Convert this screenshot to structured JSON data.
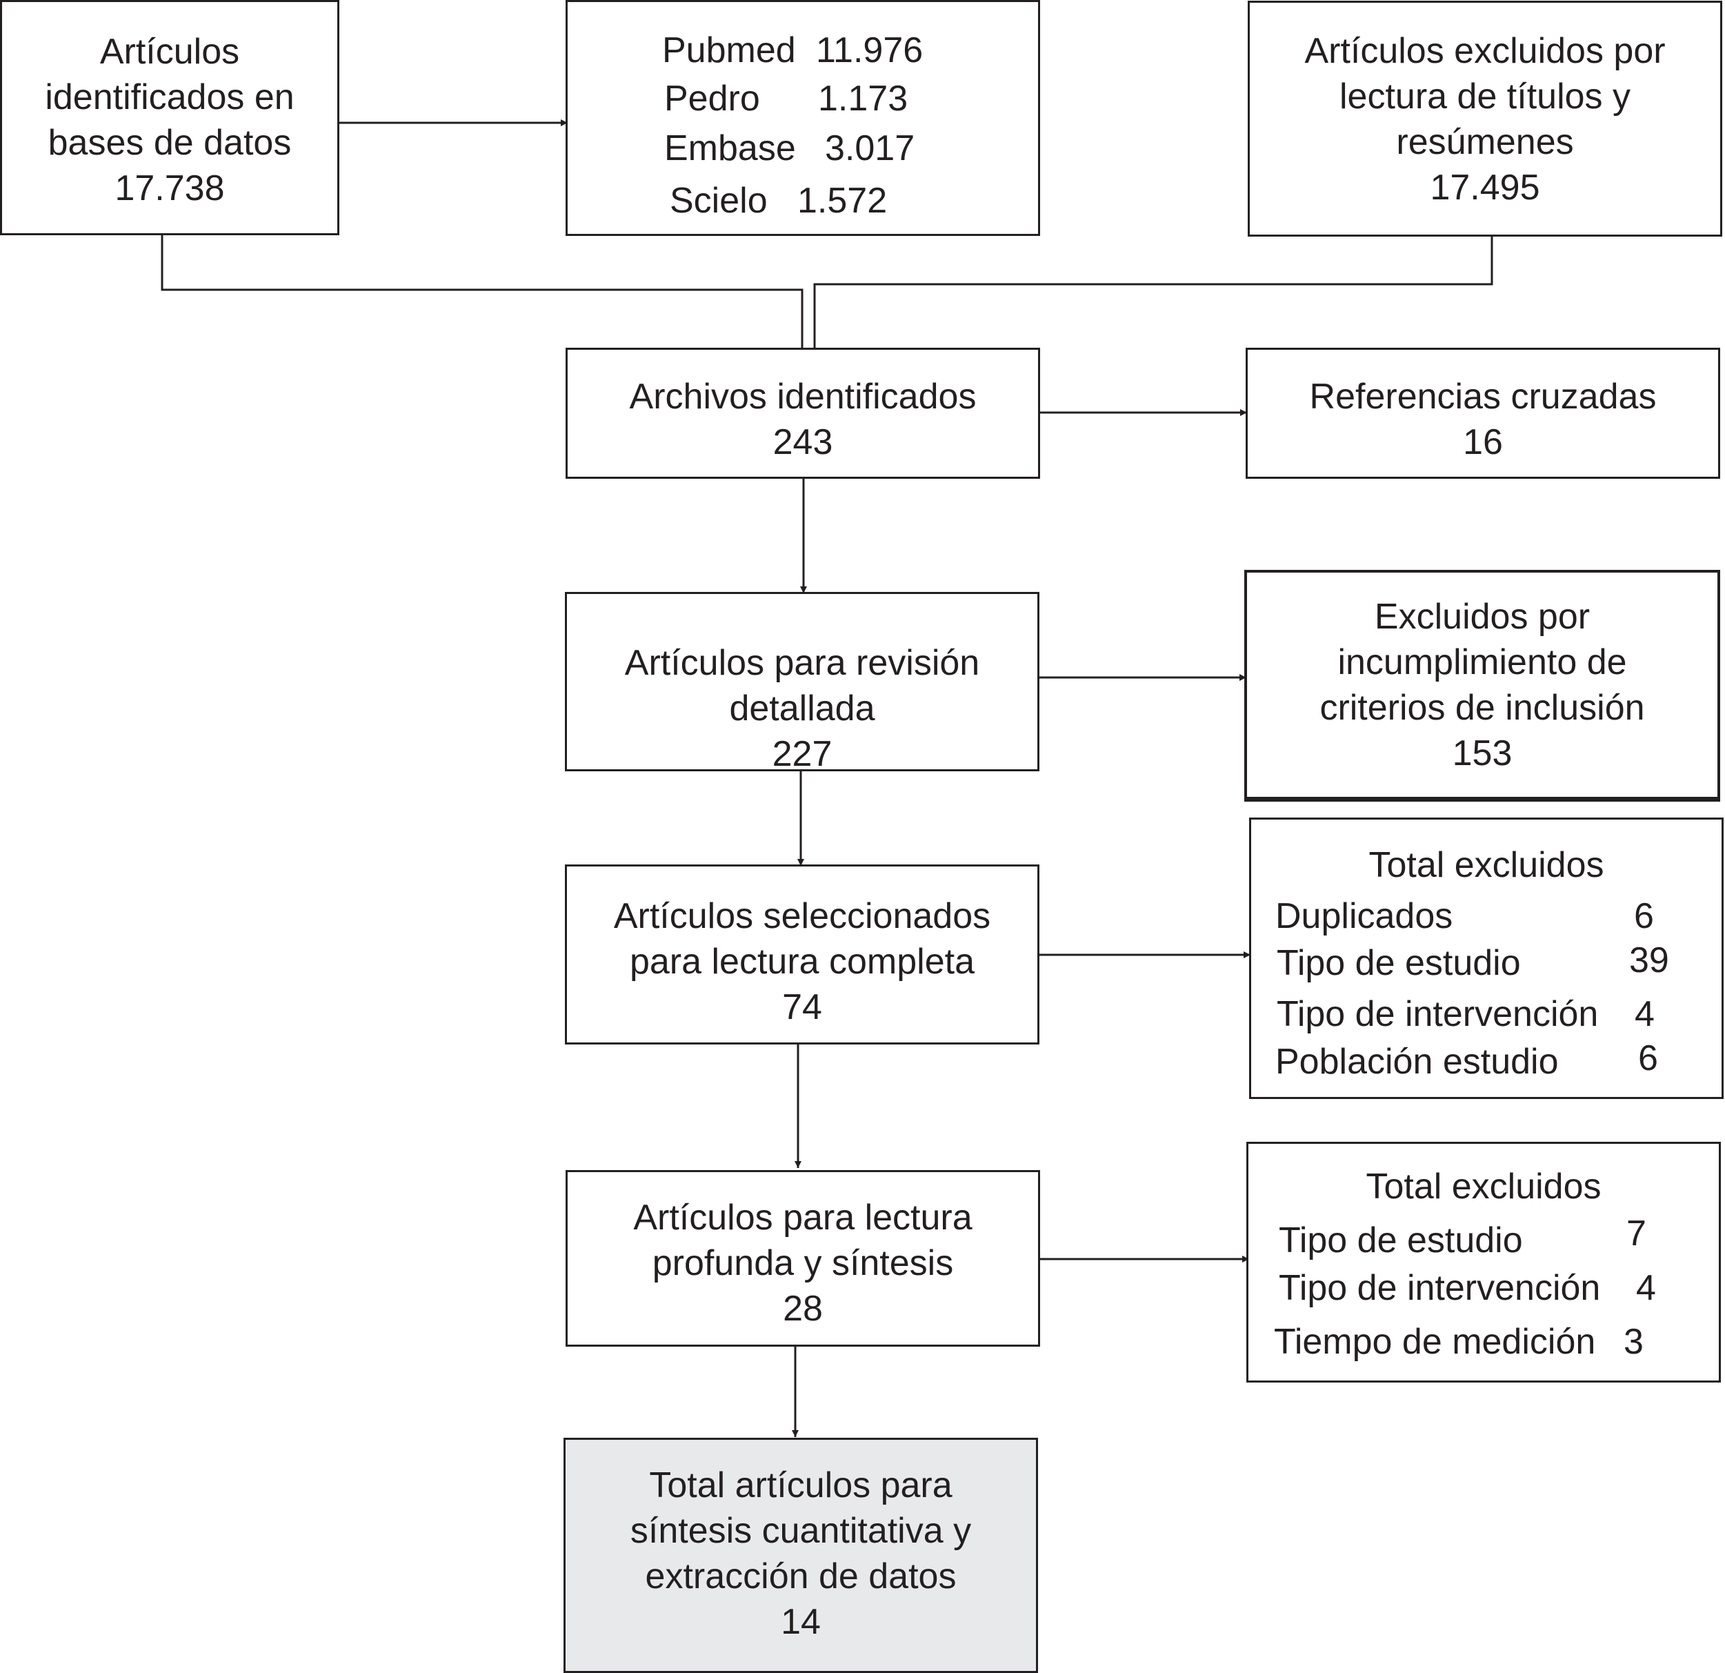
{
  "identified": {
    "lines": [
      "Artículos",
      "identificados en",
      "bases de datos",
      "17.738"
    ]
  },
  "databases": {
    "items": [
      {
        "name": "Pubmed",
        "count": "11.976"
      },
      {
        "name": "Pedro",
        "count": "1.173"
      },
      {
        "name": "Embase",
        "count": "3.017"
      },
      {
        "name": "Scielo",
        "count": "1.572"
      }
    ]
  },
  "excluded_titles": {
    "lines": [
      "Artículos excluidos por",
      "lectura de títulos y",
      "resúmenes",
      "17.495"
    ]
  },
  "files_identified": {
    "lines": [
      "Archivos identificados",
      "243"
    ]
  },
  "cross_references": {
    "lines": [
      "Referencias cruzadas",
      "16"
    ]
  },
  "detailed_review": {
    "lines": [
      "Artículos para revisión",
      "detallada",
      "227"
    ]
  },
  "excluded_criteria": {
    "lines": [
      "Excluidos por",
      "incumplimiento de",
      "criterios de inclusión",
      "153"
    ]
  },
  "full_reading": {
    "lines": [
      "Artículos seleccionados",
      "para lectura completa",
      "74"
    ]
  },
  "excluded_full": {
    "title": "Total excluidos",
    "items": [
      {
        "label": "Duplicados",
        "count": "6"
      },
      {
        "label": "Tipo de estudio",
        "count": "39"
      },
      {
        "label": "Tipo de intervención",
        "count": "4"
      },
      {
        "label": "Población estudio",
        "count": "6"
      }
    ]
  },
  "deep_reading": {
    "lines": [
      "Artículos para lectura",
      "profunda y síntesis",
      "28"
    ]
  },
  "excluded_deep": {
    "title": "Total excluidos",
    "items": [
      {
        "label": "Tipo de estudio",
        "count": "7"
      },
      {
        "label": "Tipo de intervención",
        "count": "4"
      },
      {
        "label": "Tiempo de medición",
        "count": "3"
      }
    ]
  },
  "final": {
    "lines": [
      "Total artículos para",
      "síntesis cuantitativa y",
      "extracción de datos",
      "14"
    ]
  },
  "colors": {
    "stroke": "#231f20",
    "final_fill": "#e8e9eb"
  }
}
